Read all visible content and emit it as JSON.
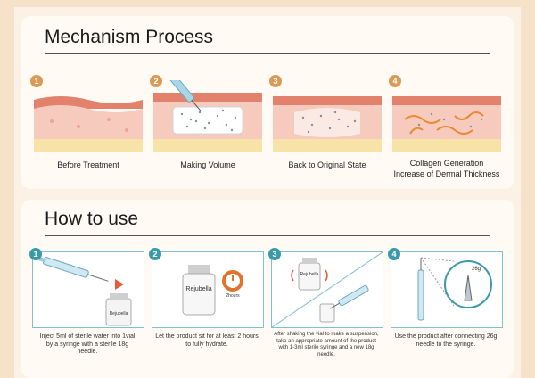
{
  "mechanism": {
    "title": "Mechanism Process",
    "steps": [
      {
        "num": "1",
        "caption": "Before Treatment"
      },
      {
        "num": "2",
        "caption": "Making Volume"
      },
      {
        "num": "3",
        "caption": "Back to Original State"
      },
      {
        "num": "4",
        "caption_line1": "Collagen Generation",
        "caption_line2": "Increase of Dermal Thickness"
      }
    ]
  },
  "howto": {
    "title": "How to use",
    "vial_label": "Rejubella",
    "hours_label": "2hours",
    "needle_label": "26g",
    "steps": [
      {
        "num": "1",
        "caption": "Inject 5ml of sterile water into 1vial by a syringe with a sterile 18g needle."
      },
      {
        "num": "2",
        "caption": "Let the product sit for at least 2 hours to fully hydrate."
      },
      {
        "num": "3",
        "caption": "After shaking the vial to make a suspension, take an appropriate amount of the product with 1-3ml sterile syringe and a new 18g needle."
      },
      {
        "num": "4",
        "caption": "Use the product after connecting 26g needle to the syringe."
      }
    ]
  },
  "colors": {
    "background": "#f6e2c9",
    "skin_top": "#e3826c",
    "skin_dermis": "#f6cbbd",
    "fat_layer": "#f7e3a7",
    "badge_orange": "#d99a57",
    "badge_teal": "#3a9aaa",
    "collagen": "#e88a2e"
  }
}
